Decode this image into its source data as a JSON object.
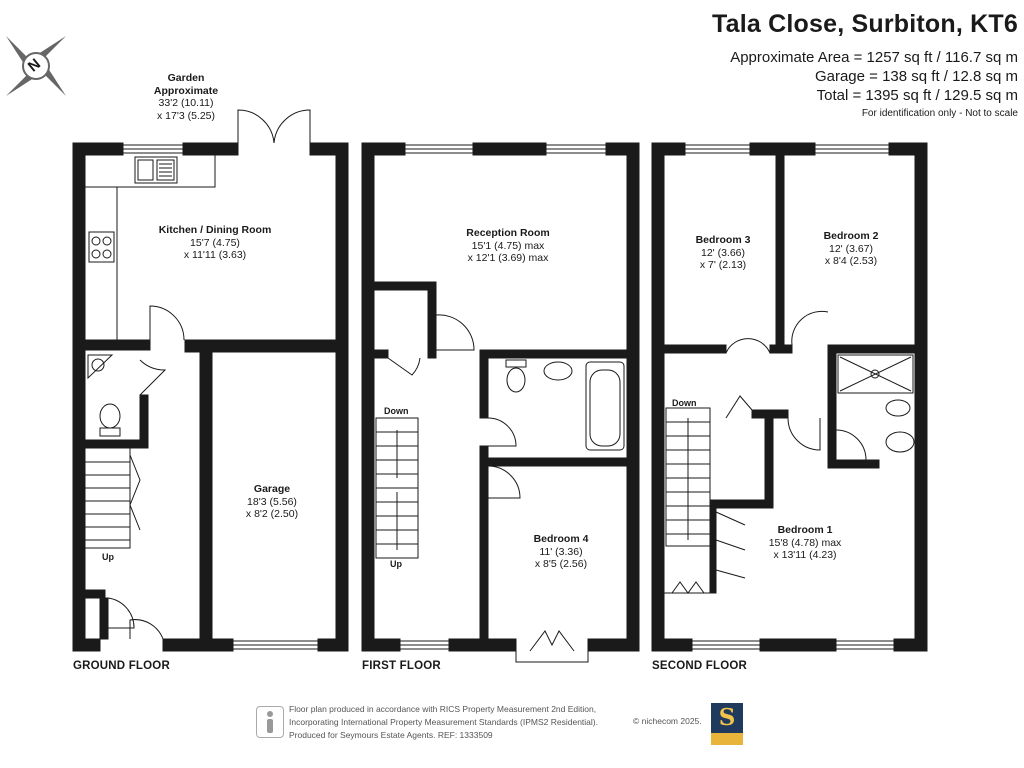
{
  "header": {
    "title": "Tala Close, Surbiton, KT6",
    "approx_area": "Approximate Area = 1257 sq ft / 116.7 sq m",
    "garage_area": "Garage = 138 sq ft / 12.8 sq m",
    "total_area": "Total = 1395 sq ft / 129.5 sq m",
    "note": "For identification only - Not to scale"
  },
  "compass": {
    "letter": "N",
    "icon": "compass-north-icon"
  },
  "garden": {
    "name1": "Garden",
    "name2": "Approximate",
    "dim1": "33'2 (10.11)",
    "dim2": "x 17'3 (5.25)"
  },
  "rooms": {
    "kitchen": {
      "name": "Kitchen / Dining Room",
      "dim1": "15'7 (4.75)",
      "dim2": "x 11'11 (3.63)"
    },
    "garage": {
      "name": "Garage",
      "dim1": "18'3 (5.56)",
      "dim2": "x 8'2 (2.50)"
    },
    "reception": {
      "name": "Reception Room",
      "dim1": "15'1 (4.75) max",
      "dim2": "x 12'1 (3.69) max"
    },
    "bedroom4": {
      "name": "Bedroom 4",
      "dim1": "11' (3.36)",
      "dim2": "x 8'5 (2.56)"
    },
    "bedroom3": {
      "name": "Bedroom 3",
      "dim1": "12' (3.66)",
      "dim2": "x 7' (2.13)"
    },
    "bedroom2": {
      "name": "Bedroom 2",
      "dim1": "12' (3.67)",
      "dim2": "x 8'4 (2.53)"
    },
    "bedroom1": {
      "name": "Bedroom 1",
      "dim1": "15'8 (4.78) max",
      "dim2": "x 13'11 (4.23)"
    }
  },
  "stairs": {
    "up": "Up",
    "down": "Down"
  },
  "floors": {
    "ground": "GROUND FLOOR",
    "first": "FIRST FLOOR",
    "second": "SECOND FLOOR"
  },
  "footer": {
    "line1": "Floor plan produced in accordance with RICS Property Measurement 2nd Edition,",
    "line2": "Incorporating International Property Measurement Standards (IPMS2 Residential).",
    "line3": "Produced for Seymours Estate Agents.   REF: 1333509",
    "copyright": "© nichecom 2025.",
    "logo_letter": "S"
  },
  "colors": {
    "wall": "#1a1a1a",
    "logo_navy": "#1f3a5c",
    "logo_gold": "#e9b43a"
  }
}
